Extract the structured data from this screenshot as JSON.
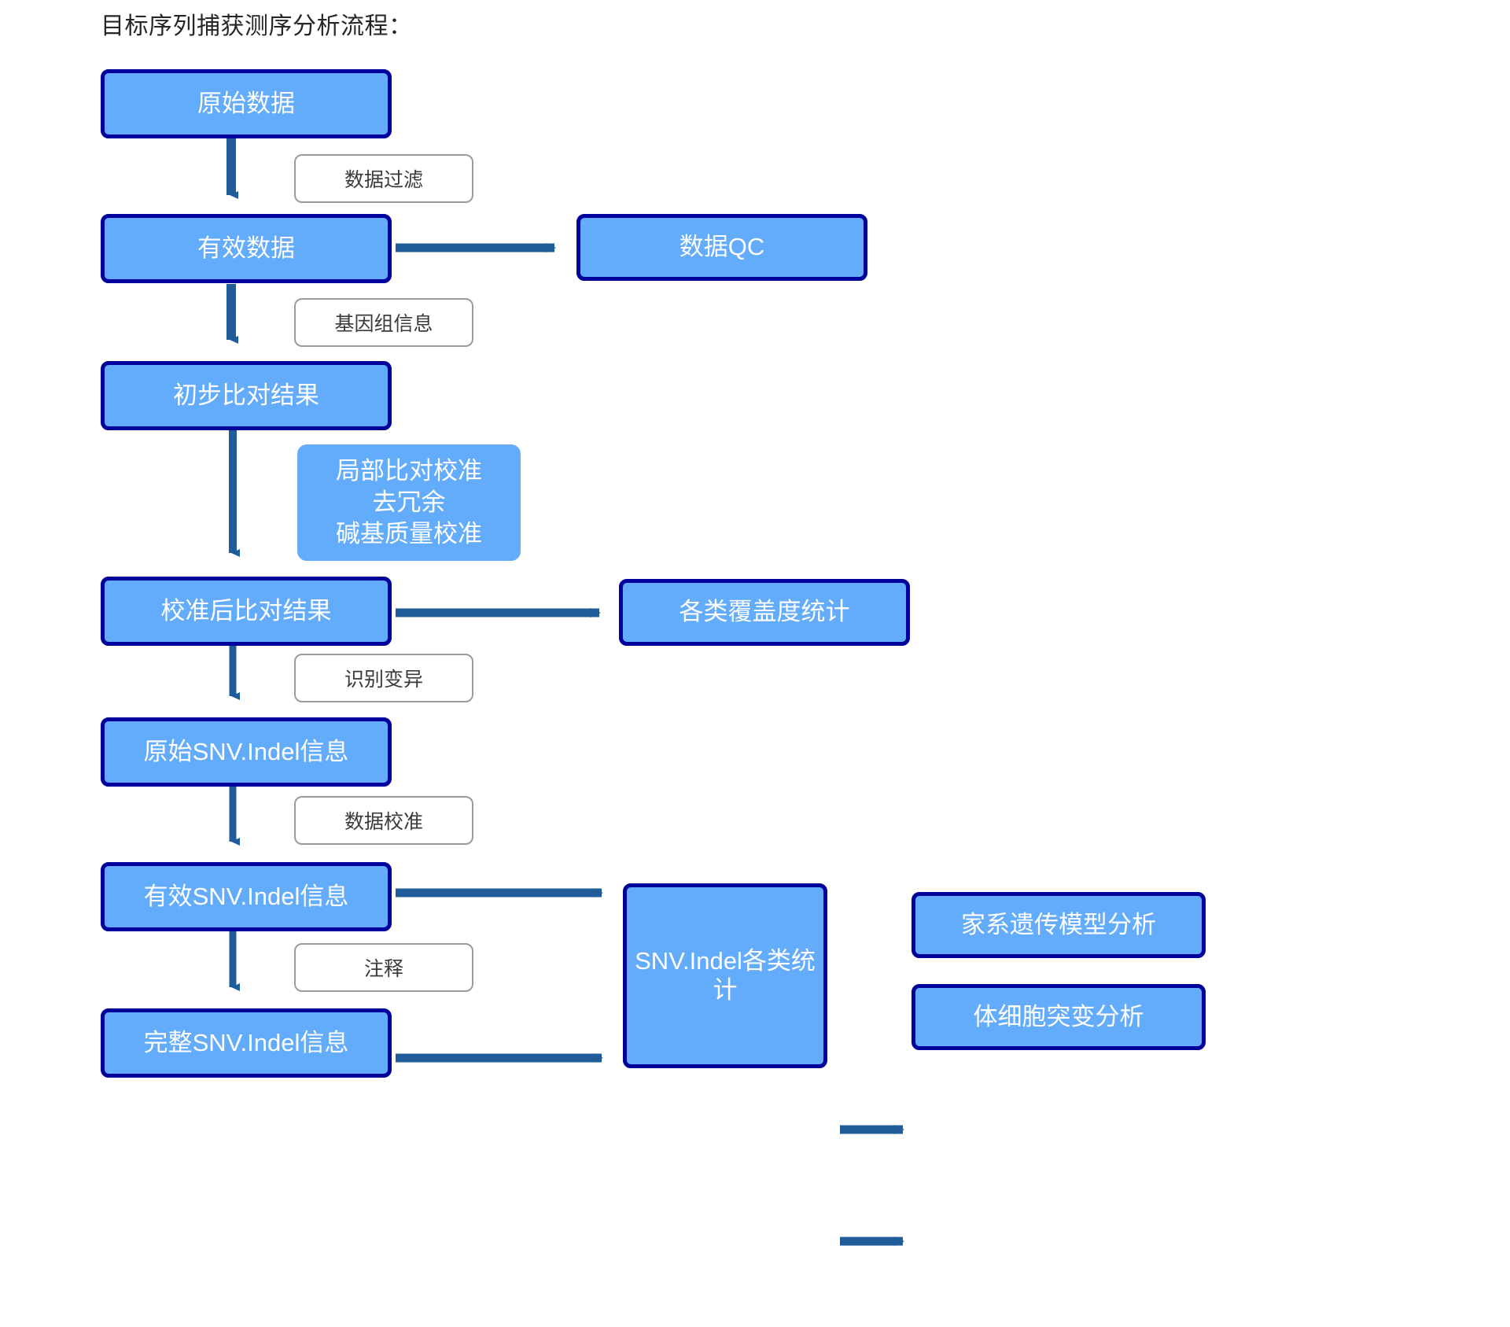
{
  "title": "目标序列捕获测序分析流程：",
  "theme": {
    "node_fill": "#63ABFB",
    "node_border": "#00009B",
    "node_text": "#FFFFFF",
    "chip_fill": "#FFFFFF",
    "chip_border": "#9B9B9B",
    "chip_text": "#3A3A3A",
    "arrow": "#1F5C99",
    "background": "#FFFFFF"
  },
  "chart_data": {
    "type": "diagram",
    "title": "目标序列捕获测序分析流程：",
    "nodes": [
      {
        "id": "raw_data",
        "label": "原始数据",
        "kind": "process"
      },
      {
        "id": "clean_data",
        "label": "有效数据",
        "kind": "process"
      },
      {
        "id": "raw_align",
        "label": "初步比对结果",
        "kind": "process"
      },
      {
        "id": "final_align",
        "label": "校准后比对结果",
        "kind": "process"
      },
      {
        "id": "raw_snv",
        "label": "原始SNV.Indel信息",
        "kind": "process"
      },
      {
        "id": "clean_snv",
        "label": "有效SNV.Indel信息",
        "kind": "process"
      },
      {
        "id": "full_snv",
        "label": "完整SNV.Indel信息",
        "kind": "process"
      },
      {
        "id": "data_qc",
        "label": "数据QC",
        "kind": "output"
      },
      {
        "id": "coverage_stat",
        "label": "各类覆盖度统计",
        "kind": "output"
      },
      {
        "id": "snv_stat",
        "label": "SNV.Indel各类统计",
        "kind": "output"
      },
      {
        "id": "pedigree",
        "label": "家系遗传模型分析",
        "kind": "output"
      },
      {
        "id": "somatic",
        "label": "体细胞突变分析",
        "kind": "output"
      },
      {
        "id": "realign_note",
        "label": "局部比对校准\n去冗余\n碱基质量校准",
        "kind": "note"
      }
    ],
    "edge_labels": [
      "数据过滤",
      "基因组信息",
      "识别变异",
      "数据校准",
      "注释"
    ],
    "edges": [
      {
        "from": "raw_data",
        "to": "clean_data",
        "label": "数据过滤"
      },
      {
        "from": "clean_data",
        "to": "data_qc",
        "label": ""
      },
      {
        "from": "clean_data",
        "to": "raw_align",
        "label": "基因组信息"
      },
      {
        "from": "raw_align",
        "to": "final_align",
        "label": "局部比对校准 / 去冗余 / 碱基质量校准"
      },
      {
        "from": "final_align",
        "to": "coverage_stat",
        "label": ""
      },
      {
        "from": "final_align",
        "to": "raw_snv",
        "label": "识别变异"
      },
      {
        "from": "raw_snv",
        "to": "clean_snv",
        "label": "数据校准"
      },
      {
        "from": "clean_snv",
        "to": "snv_stat",
        "label": ""
      },
      {
        "from": "clean_snv",
        "to": "full_snv",
        "label": "注释"
      },
      {
        "from": "full_snv",
        "to": "snv_stat",
        "label": ""
      },
      {
        "from": "snv_stat",
        "to": "pedigree",
        "label": ""
      },
      {
        "from": "snv_stat",
        "to": "somatic",
        "label": ""
      }
    ]
  },
  "nodes": {
    "raw_data": "原始数据",
    "clean_data": "有效数据",
    "raw_align": "初步比对结果",
    "final_align": "校准后比对结果",
    "raw_snv": "原始SNV.Indel信息",
    "clean_snv": "有效SNV.Indel信息",
    "full_snv": "完整SNV.Indel信息",
    "data_qc": "数据QC",
    "coverage_stat": "各类覆盖度统计",
    "snv_stat": "SNV.Indel各类统计",
    "pedigree": "家系遗传模型分析",
    "somatic": "体细胞突变分析",
    "realign_line1": "局部比对校准",
    "realign_line2": "去冗余",
    "realign_line3": "碱基质量校准"
  },
  "chips": {
    "filter": "数据过滤",
    "genome_info": "基因组信息",
    "call_variant": "识别变异",
    "recalibrate": "数据校准",
    "annotate": "注释"
  }
}
